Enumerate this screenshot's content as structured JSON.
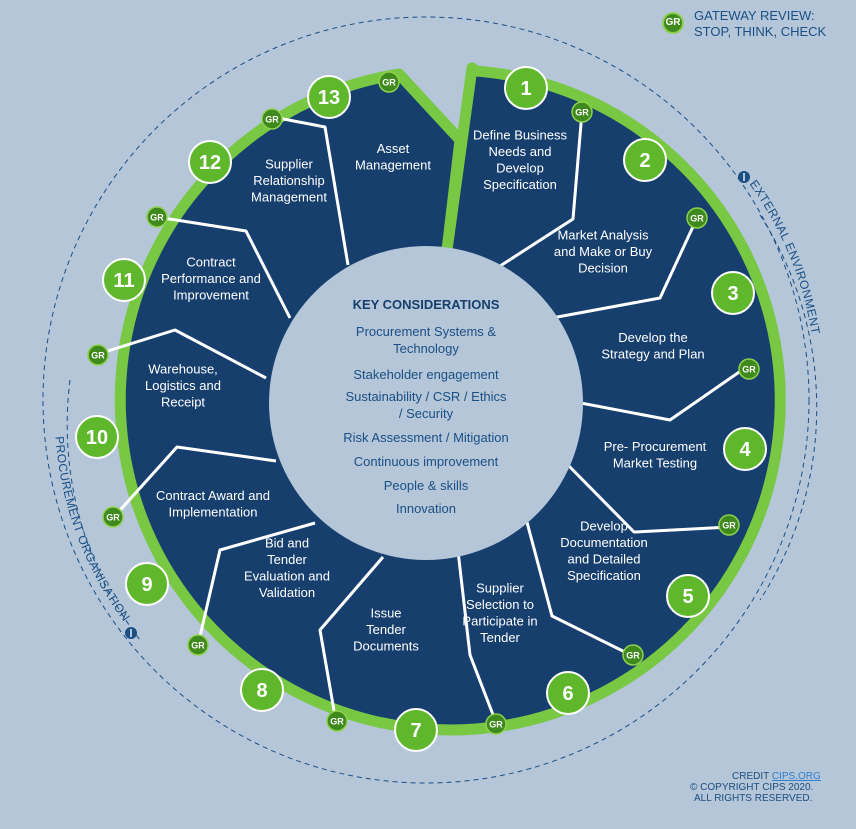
{
  "legend": {
    "badge": "GR",
    "line1": "GATEWAY REVIEW:",
    "line2": "STOP, THINK, CHECK"
  },
  "gateway_label": "GR",
  "outer_labels": {
    "external": "EXTERNAL ENVIRONMENT",
    "organisation": "PROCUREMENT ORGANISATION"
  },
  "center": {
    "title": "KEY CONSIDERATIONS",
    "items": [
      [
        "Procurement Systems &",
        "Technology"
      ],
      [
        "Stakeholder engagement"
      ],
      [
        "Sustainability / CSR / Ethics",
        "/ Security"
      ],
      [
        "Risk Assessment / Mitigation"
      ],
      [
        "Continuous improvement"
      ],
      [
        "People & skills"
      ],
      [
        "Innovation"
      ]
    ]
  },
  "stages": [
    {
      "number": "1",
      "lines": [
        "Define Business",
        "Needs and",
        "Develop",
        "Specification"
      ]
    },
    {
      "number": "2",
      "lines": [
        "Market Analysis",
        "and Make or Buy",
        "Decision"
      ]
    },
    {
      "number": "3",
      "lines": [
        "Develop the",
        "Strategy and Plan"
      ]
    },
    {
      "number": "4",
      "lines": [
        "Pre- Procurement",
        "Market Testing"
      ]
    },
    {
      "number": "5",
      "lines": [
        "Develop",
        "Documentation",
        "and Detailed",
        "Specification"
      ]
    },
    {
      "number": "6",
      "lines": [
        "Supplier",
        "Selection to",
        "Participate in",
        "Tender"
      ]
    },
    {
      "number": "7",
      "lines": [
        "Issue",
        "Tender",
        "Documents"
      ]
    },
    {
      "number": "8",
      "lines": [
        "Bid and",
        "Tender",
        "Evaluation and",
        "Validation"
      ]
    },
    {
      "number": "9",
      "lines": [
        "Contract Award and",
        "Implementation"
      ]
    },
    {
      "number": "10",
      "lines": [
        "Warehouse,",
        "Logistics and",
        "Receipt"
      ]
    },
    {
      "number": "11",
      "lines": [
        "Contract",
        "Performance and",
        "Improvement"
      ]
    },
    {
      "number": "12",
      "lines": [
        "Supplier",
        "Relationship",
        "Management"
      ]
    },
    {
      "number": "13",
      "lines": [
        "Asset",
        "Management"
      ]
    }
  ],
  "credits": {
    "credit": "CREDIT",
    "link": "CIPS.ORG",
    "copyright": "© COPYRIGHT CIPS 2020.",
    "rights": "ALL RIGHTS RESERVED."
  },
  "colors": {
    "background": "#b4c6d7",
    "segment": "#163f6e",
    "ring": "#78c843",
    "badge": "#5fb82c",
    "gateway": "#3f8a1d",
    "text_dark": "#1b4f86"
  }
}
